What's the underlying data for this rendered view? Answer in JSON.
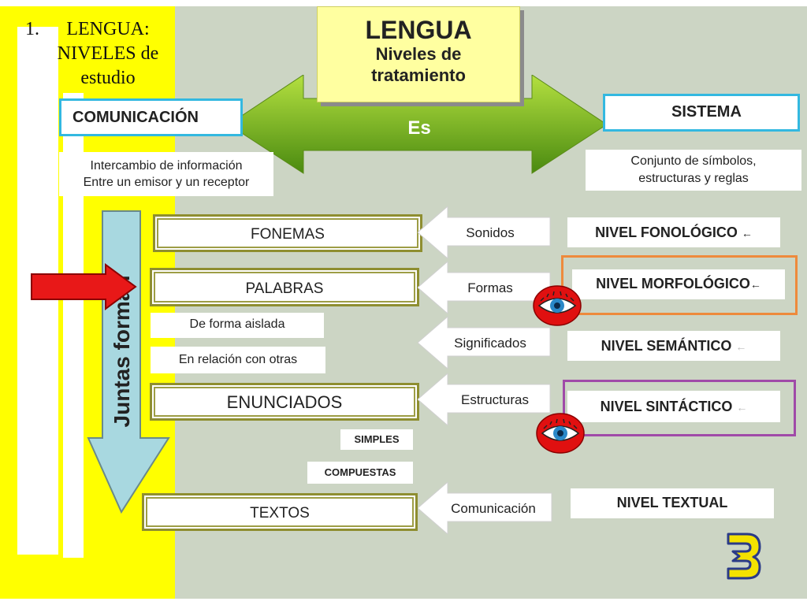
{
  "slide_title": {
    "number": "1.",
    "text": "LENGUA: NIVELES de estudio"
  },
  "header": {
    "title": "LENGUA",
    "subtitle": "Niveles de tratamiento"
  },
  "left_concept": {
    "label": "COMUNICACIÓN",
    "description_line1": "Intercambio de información",
    "description_line2": "Entre un emisor y un receptor"
  },
  "right_concept": {
    "label": "SISTEMA",
    "description_line1": "Conjunto de símbolos,",
    "description_line2": "estructuras y reglas"
  },
  "double_arrow_label": "Es",
  "vertical_arrow_label": "Juntas forman",
  "units": {
    "fonemas": "FONEMAS",
    "palabras": "PALABRAS",
    "palabras_sub1": "De forma aislada",
    "palabras_sub2": "En relación con otras",
    "enunciados": "ENUNCIADOS",
    "enunciados_sub1": "SIMPLES",
    "enunciados_sub2": "COMPUESTAS",
    "textos": "TEXTOS"
  },
  "aspects": {
    "sonidos": "Sonidos",
    "formas": "Formas",
    "significados": "Significados",
    "estructuras": "Estructuras",
    "comunicacion": "Comunicación"
  },
  "levels": {
    "fonologico": "NIVEL FONOLÓGICO",
    "morfologico": "NIVEL MORFOLÓGICO",
    "semantico": "NIVEL SEMÁNTICO",
    "sintactico": "NIVEL SINTÁCTICO",
    "textual": "NIVEL TEXTUAL"
  },
  "colors": {
    "yellow": "#ffff00",
    "panel": "#ccd5c4",
    "green_arrow": "#8cc21c",
    "cyan_border": "#33b8e0",
    "olive_border": "#8e8e30",
    "orange_highlight": "#ee8a3c",
    "purple_highlight": "#a04aa8",
    "red_arrow": "#e81818",
    "blue_arrow": "#a8d8e0"
  },
  "icons": {
    "eye": "eye-icon",
    "next": "next-arrow-icon",
    "pointer": "red-pointer-arrow-icon"
  }
}
